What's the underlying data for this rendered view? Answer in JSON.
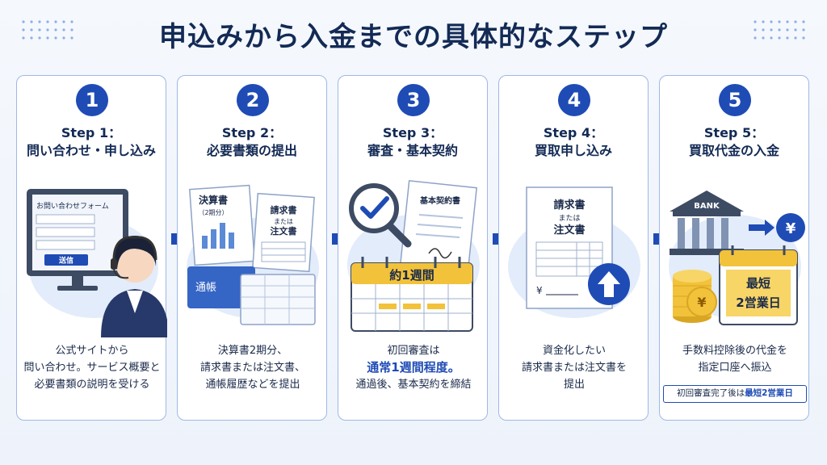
{
  "title": "申込みから入金までの具体的なステップ",
  "steps": [
    {
      "number": "1",
      "title_line1": "Step 1：",
      "title_line2": "問い合わせ・申し込み",
      "illus": {
        "form_title": "お問い合わせフォーム",
        "send_button": "送信"
      },
      "desc": [
        "公式サイトから",
        "問い合わせ。サービス概要と",
        "必要書類の説明を受ける"
      ]
    },
    {
      "number": "2",
      "title_line1": "Step 2：",
      "title_line2": "必要書類の提出",
      "illus": {
        "doc1_title": "決算書",
        "doc1_sub": "（2期分）",
        "doc2_l1": "請求書",
        "doc2_l2": "または",
        "doc2_l3": "注文書",
        "passbook": "通帳"
      },
      "desc": [
        "決算書2期分、",
        "請求書または注文書、",
        "通帳履歴などを提出"
      ]
    },
    {
      "number": "3",
      "title_line1": "Step 3：",
      "title_line2": "審査・基本契約",
      "illus": {
        "contract": "基本契約書",
        "calendar": "約1週間"
      },
      "desc_line1": "初回審査は",
      "desc_highlight": "通常1週間程度。",
      "desc_line3": "通過後、基本契約を締結"
    },
    {
      "number": "4",
      "title_line1": "Step 4：",
      "title_line2": "買取申し込み",
      "illus": {
        "doc_l1": "請求書",
        "doc_l2": "または",
        "doc_l3": "注文書",
        "yen": "¥"
      },
      "desc": [
        "資金化したい",
        "請求書または注文書を",
        "提出"
      ]
    },
    {
      "number": "5",
      "title_line1": "Step 5：",
      "title_line2": "買取代金の入金",
      "illus": {
        "bank": "BANK",
        "yen": "¥",
        "cal_l1": "最短",
        "cal_l2": "2営業日"
      },
      "desc": [
        "手数料控除後の代金を",
        "指定口座へ振込"
      ],
      "note_prefix": "初回審査完了後は",
      "note_highlight": "最短2営業日"
    }
  ],
  "colors": {
    "primary": "#1f4bb5",
    "border": "#9fb9e6",
    "title": "#132a55",
    "gold": "#f2c23a"
  }
}
